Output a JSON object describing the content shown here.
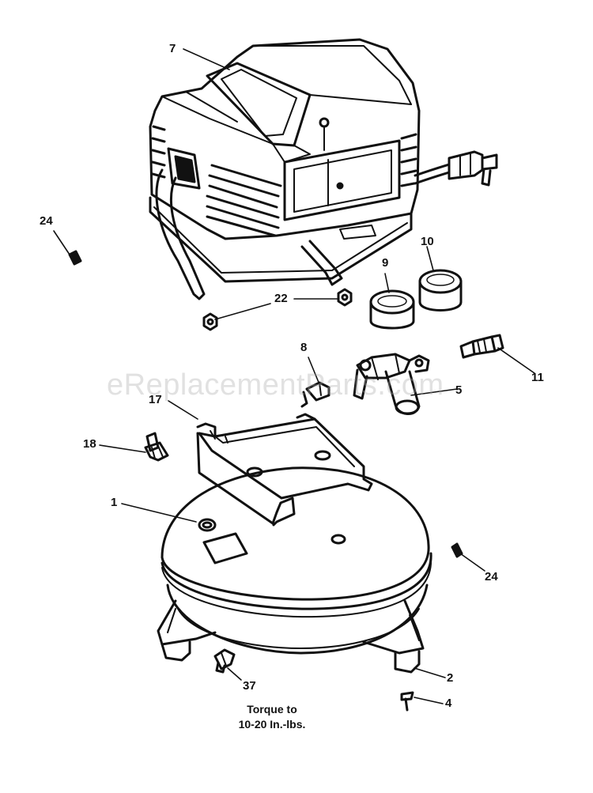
{
  "watermark": "eReplacementParts.com",
  "callouts": {
    "c7": "7",
    "c24a": "24",
    "c10": "10",
    "c9": "9",
    "c22": "22",
    "c8": "8",
    "c11": "11",
    "c5": "5",
    "c17": "17",
    "c18": "18",
    "c1": "1",
    "c24b": "24",
    "c2": "2",
    "c37": "37",
    "c4": "4"
  },
  "note": {
    "line1": "Torque to",
    "line2": "10-20 In.-lbs."
  },
  "colors": {
    "ink": "#111111",
    "background": "#ffffff",
    "watermark": "#aaaaaa"
  }
}
